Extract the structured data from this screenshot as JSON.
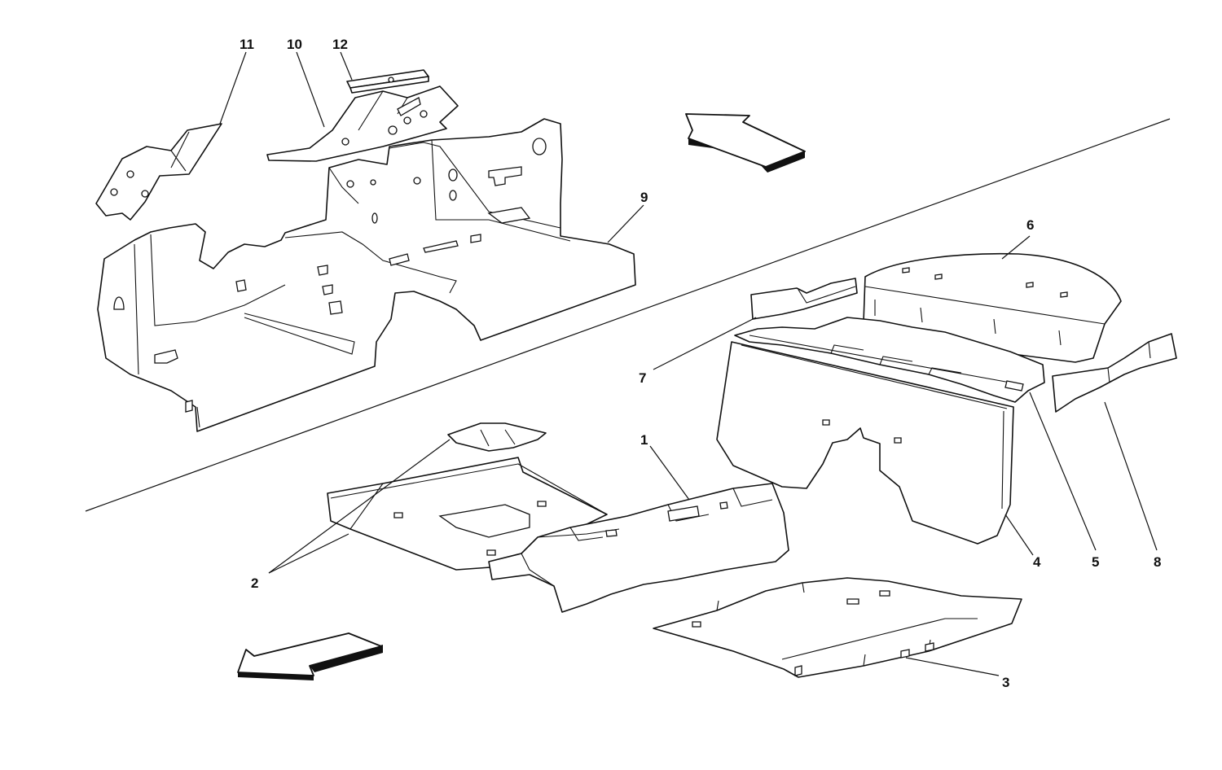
{
  "callouts": {
    "c1": "1",
    "c2": "2",
    "c3": "3",
    "c4": "4",
    "c5": "5",
    "c6": "6",
    "c7": "7",
    "c8": "8",
    "c9": "9",
    "c10": "10",
    "c11": "11",
    "c12": "12"
  },
  "arrows": {
    "upper": "direction-arrow-up-left",
    "lower": "direction-arrow-down-left"
  },
  "colors": {
    "line": "#111111",
    "background": "#ffffff"
  }
}
